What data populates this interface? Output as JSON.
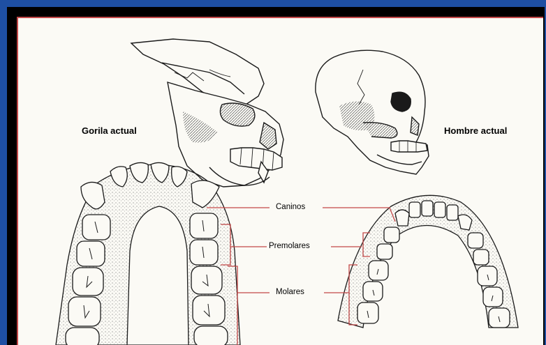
{
  "labels": {
    "gorilla": "Gorila actual",
    "human": "Hombre actual",
    "canines": "Caninos",
    "premolars": "Premolares",
    "molars": "Molares"
  },
  "colors": {
    "outer_frame": "#1e4fa3",
    "canvas_background": "#fbfaf5",
    "leader_lines": "#c24848",
    "ink": "#1a1a1a"
  }
}
